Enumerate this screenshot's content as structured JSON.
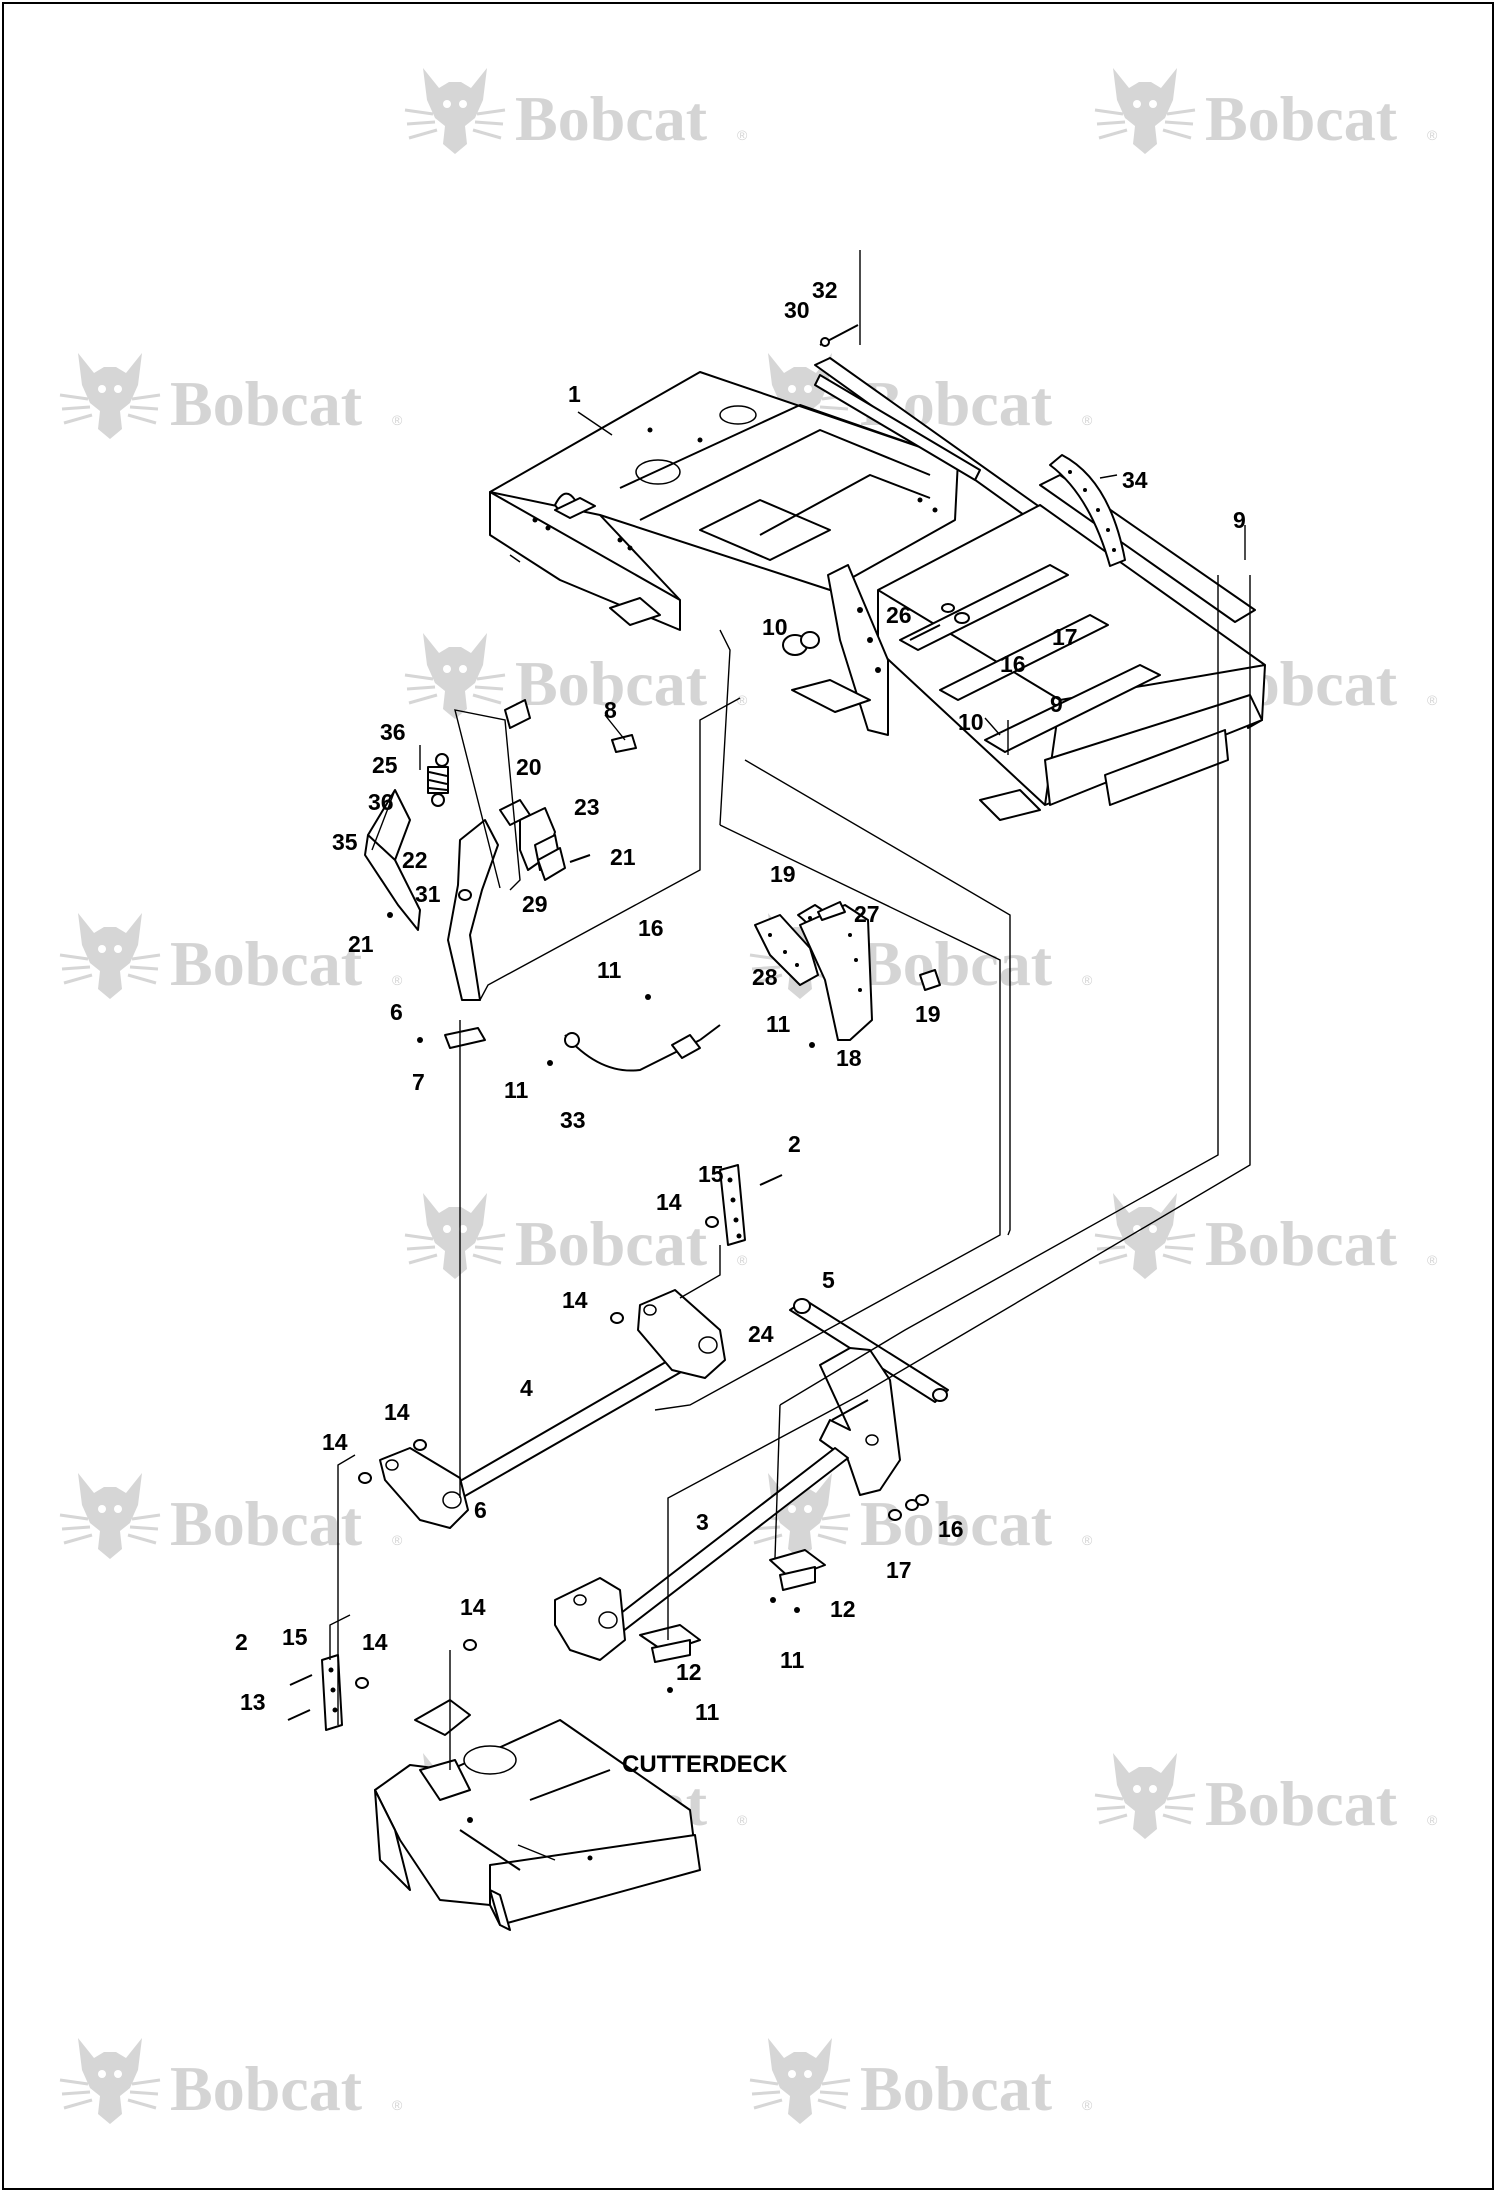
{
  "watermark": {
    "brand": "Bobcat",
    "registered": "®",
    "color": "#d4d4d4"
  },
  "diagram_label": "CUTTERDECK",
  "callouts": {
    "c1": "1",
    "c2a": "2",
    "c2b": "2",
    "c3": "3",
    "c4": "4",
    "c5": "5",
    "c6a": "6",
    "c6b": "6",
    "c7": "7",
    "c8": "8",
    "c9a": "9",
    "c9b": "9",
    "c10a": "10",
    "c10b": "10",
    "c11a": "11",
    "c11b": "11",
    "c11c": "11",
    "c11d": "11",
    "c11e": "11",
    "c12a": "12",
    "c12b": "12",
    "c13": "13",
    "c14a": "14",
    "c14b": "14",
    "c14c": "14",
    "c14d": "14",
    "c14e": "14",
    "c14f": "14",
    "c15a": "15",
    "c15b": "15",
    "c16a": "16",
    "c16b": "16",
    "c16c": "16",
    "c17a": "17",
    "c17b": "17",
    "c18": "18",
    "c19a": "19",
    "c19b": "19",
    "c20": "20",
    "c21a": "21",
    "c21b": "21",
    "c22": "22",
    "c23": "23",
    "c24": "24",
    "c25": "25",
    "c26": "26",
    "c27": "27",
    "c28": "28",
    "c29": "29",
    "c30": "30",
    "c31": "31",
    "c32": "32",
    "c33": "33",
    "c34": "34",
    "c35": "35",
    "c36a": "36",
    "c36b": "36"
  },
  "icons": [
    "bobcat-logo-icon"
  ]
}
